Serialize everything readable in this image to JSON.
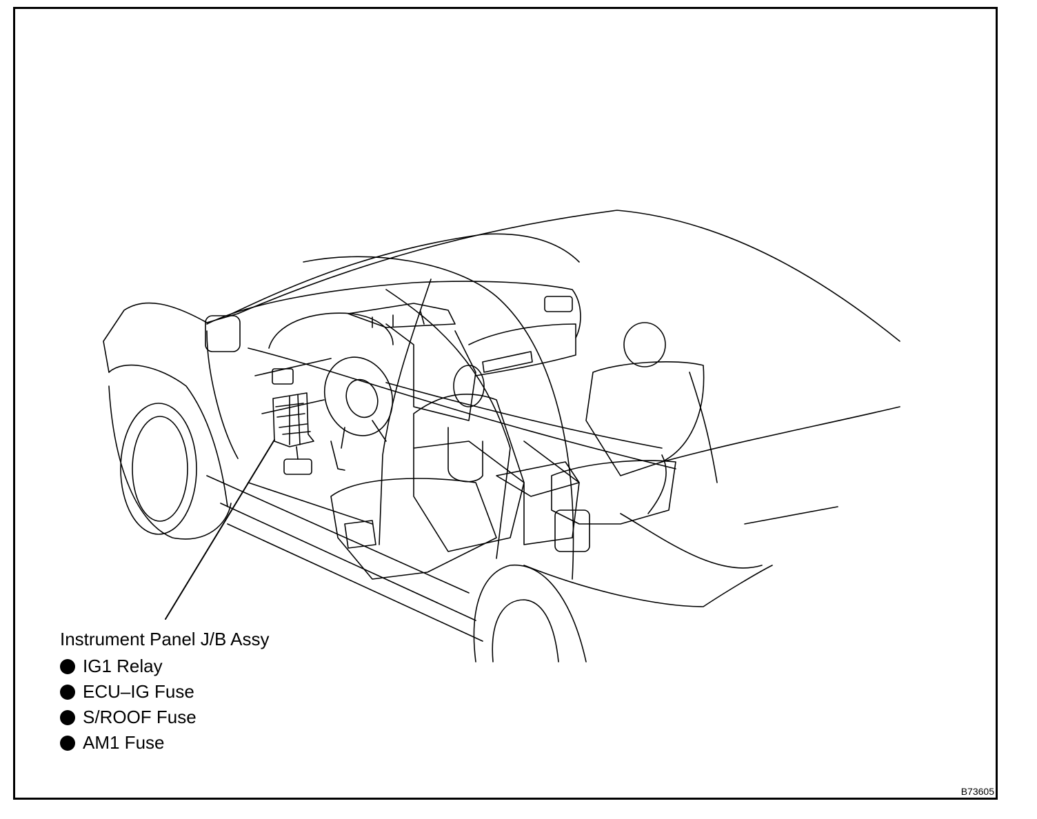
{
  "diagram": {
    "location_label": {
      "title": "Instrument Panel J/B Assy",
      "items": [
        {
          "text": "IG1 Relay"
        },
        {
          "text": "ECU–IG Fuse"
        },
        {
          "text": "S/ROOF Fuse"
        },
        {
          "text": "AM1 Fuse"
        }
      ]
    },
    "figure_code": "B73605",
    "line_color": "#000000",
    "background_color": "#ffffff"
  }
}
